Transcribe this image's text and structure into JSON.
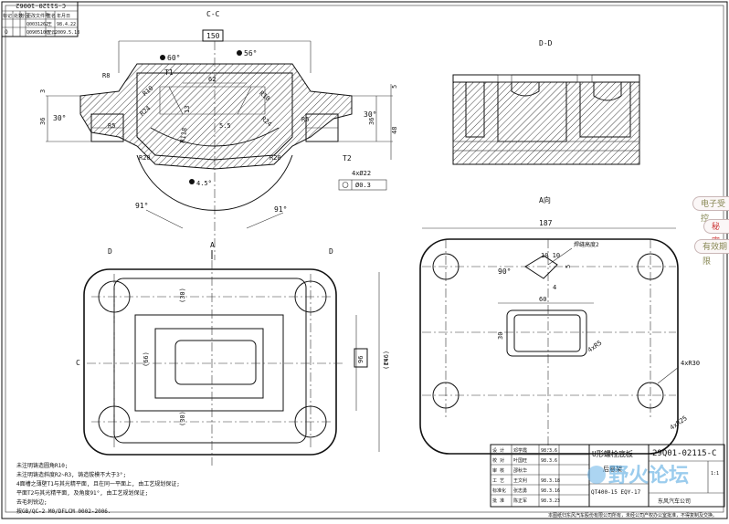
{
  "revision_block": {
    "doc_no": "C-S1120-10062",
    "headers": [
      "标记",
      "处数",
      "分区",
      "更改文件号",
      "签名",
      "年月日"
    ],
    "rows": [
      {
        "mark": "",
        "count": "",
        "zone": "",
        "doc": "Q0031262",
        "sign": "王",
        "date": "98.4.22"
      },
      {
        "mark": "O",
        "count": "",
        "zone": "",
        "doc": "Q09051007",
        "sign": "王云",
        "date": "2009.5.18"
      }
    ]
  },
  "views": {
    "cc_title": "C-C",
    "dd_title": "D-D",
    "a_title": "A向",
    "cut_mark_a": "A",
    "cut_mark_c": "C",
    "cut_mark_d": "D"
  },
  "dims": {
    "d150": "150",
    "a60": "60°",
    "a56": "56°",
    "t1": "T1",
    "d62": "62",
    "r10a": "R10",
    "r10b": "R10",
    "r24a": "R24",
    "r24b": "R24",
    "r5a": "R5",
    "r5b": "R5",
    "r118": "R118",
    "d55": "5.5",
    "r20a": "R20",
    "r20b": "R20",
    "d13": "13",
    "d3": "3",
    "d5": "5",
    "d36a": "36",
    "d36b": "36",
    "d48": "48",
    "a30a": "30°",
    "a30b": "30°",
    "r8": "R8",
    "t2": "T2",
    "holes": "4xØ22",
    "pos_tol": "Ø0.3",
    "a45": "4.5°",
    "a91a": "91°",
    "a91b": "91°",
    "d30a": "(30)",
    "d30b": "(30)",
    "d66": "(66)",
    "d96": "96",
    "d146": "(146)",
    "d187": "187",
    "d1010": "10 10",
    "weld_note": "焊缝高度2",
    "a90": "90°",
    "d60": "60",
    "d30c": "30",
    "r5c": "4xR5",
    "r30": "4xR30",
    "r25": "4xR25",
    "d5b": "5",
    "d4": "4"
  },
  "notes": {
    "lines": [
      "未注明铸造圆角R10;",
      "未注明铸造斜度R2~R3, 铸造拔模不大于3°;",
      "4面槽之薄壁T1与其光精平面, 且在同一平面上, 由工艺规划保证;",
      "平面T2与其光精平面, 及角度91°, 由工艺规划保证;",
      "去毛刺锐边;",
      "按GB/QC-2 M0/DFLCM 0002-2006."
    ]
  },
  "title_block": {
    "part_name": "U形螺栓底板",
    "subtitle": "后悬架",
    "drawing_no": "29Q01-02115-C",
    "material": "QT400-15 EQY-17",
    "company": "东风汽车公司",
    "rows": [
      {
        "role": "设 计",
        "name": "邓学霞",
        "date": "98.3.6"
      },
      {
        "role": "校 对",
        "name": "叶国旺",
        "date": "98.3.6"
      },
      {
        "role": "审 核",
        "name": "邵秋华",
        "date": ""
      },
      {
        "role": "工 艺",
        "name": "王文利",
        "date": "98.3.18"
      },
      {
        "role": "标准化",
        "name": "张志勇",
        "date": "98.3.16"
      },
      {
        "role": "批 准",
        "name": "陈正军",
        "date": "98.3.23"
      }
    ],
    "scale_label": "1:1",
    "copyright": "本图纸归东风汽车股份有限公司所有，未经公司产权办公室批准，不得复制及交换。"
  },
  "sidebar": {
    "items": [
      "电子受控",
      "秘 密",
      "有效期限"
    ]
  },
  "watermark": {
    "text": "野火论坛"
  }
}
